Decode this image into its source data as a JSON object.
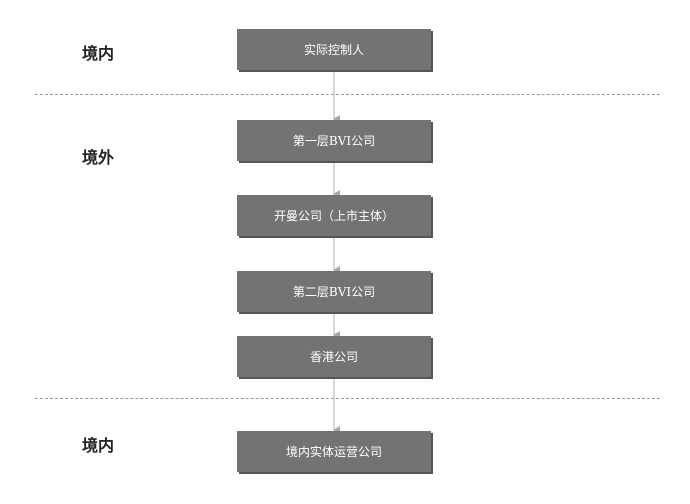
{
  "regions": {
    "top": "境内",
    "middle": "境外",
    "bottom": "境内"
  },
  "nodes": [
    "实际控制人",
    "第一层BVI公司",
    "开曼公司（上市主体）",
    "第二层BVI公司",
    "香港公司",
    "境内实体运营公司"
  ],
  "colors": {
    "box_fill": "#737373",
    "box_text": "#ffffff",
    "connector": "#b0b0b0",
    "divider": "#9a9a9a"
  }
}
